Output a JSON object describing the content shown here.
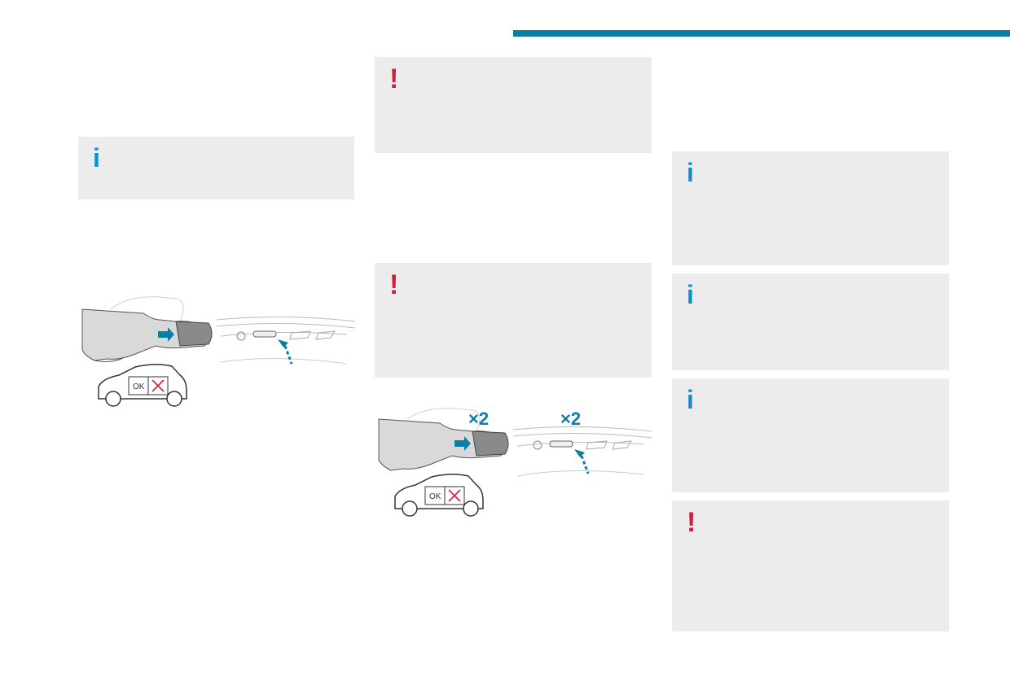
{
  "icons": {
    "info": "i",
    "warning": "!"
  },
  "boxes": [
    {
      "type": "info"
    },
    {
      "type": "warning"
    },
    {
      "type": "warning"
    },
    {
      "type": "info"
    },
    {
      "type": "info"
    },
    {
      "type": "info"
    },
    {
      "type": "warning"
    }
  ],
  "illustration_1": {
    "car_label": "OK",
    "hand_icon": "hand-icon",
    "car_icon": "car-icon"
  },
  "illustration_2": {
    "car_label": "OK",
    "multiplier_handle": "×2",
    "multiplier_trunk": "×2"
  },
  "colors": {
    "accent": "#0a7ea4",
    "info": "#0d8fcf",
    "warning": "#d4213b",
    "box_bg": "#ececec"
  }
}
